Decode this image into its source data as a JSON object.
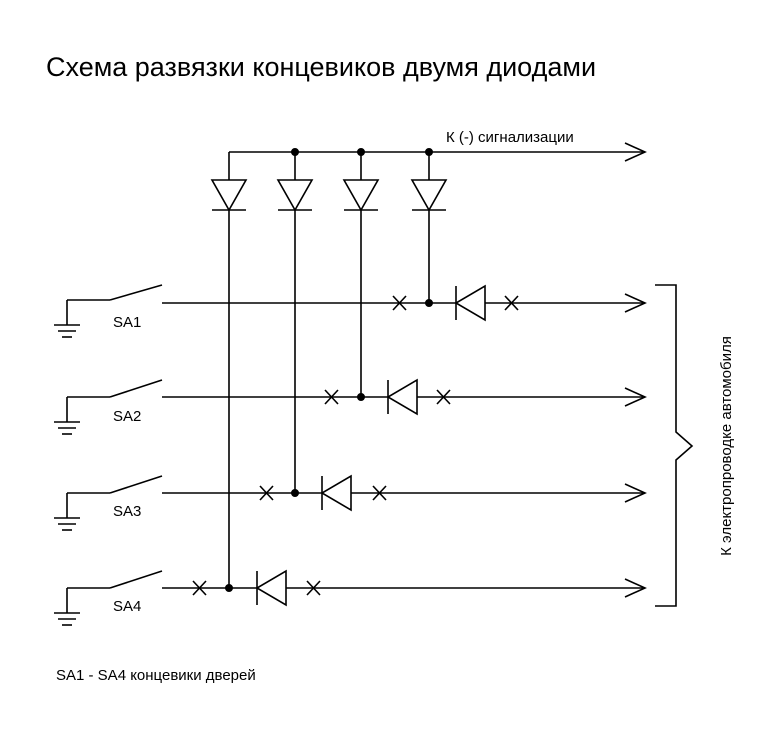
{
  "title": "Схема развязки концевиков двумя диодами",
  "labels": {
    "alarm": "К (-) сигнализации",
    "wiring": "К электропроводке автомобиля",
    "note": "SA1 - SA4 концевики дверей"
  },
  "switches": [
    "SA1",
    "SA2",
    "SA3",
    "SA4"
  ],
  "colors": {
    "line": "#000000",
    "background": "#ffffff"
  }
}
